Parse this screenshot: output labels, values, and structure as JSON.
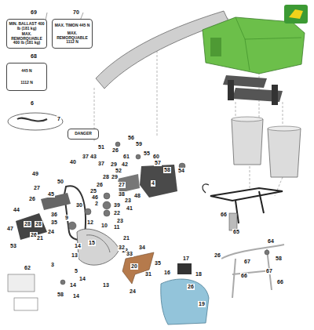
{
  "diagram": {
    "nodes": [
      {
        "text": [
          "MIN. BALLAST 400 lb (181 kg)",
          "MAX. REMORQUABLE 400 lb (181 kg)"
        ]
      },
      {
        "text": [
          "MAX. TIMON 445 N",
          "MAX. REMORQUABLE 1112 N"
        ]
      },
      {
        "text": [
          "445 N",
          "1112 N"
        ]
      },
      {
        "text": [
          "DANGER"
        ]
      }
    ],
    "edges": [],
    "labels": [
      "69",
      "70",
      "68",
      "6",
      "7",
      "51",
      "37",
      "43",
      "37",
      "56",
      "59",
      "26",
      "55",
      "60",
      "61",
      "57",
      "40",
      "29",
      "52",
      "42",
      "58",
      "54",
      "28",
      "29",
      "27",
      "26",
      "48",
      "4",
      "49",
      "25",
      "46",
      "2",
      "50",
      "27",
      "26",
      "39",
      "22",
      "23",
      "23",
      "38",
      "41",
      "45",
      "44",
      "36",
      "35",
      "9",
      "30",
      "28",
      "24",
      "26",
      "28",
      "21",
      "47",
      "53",
      "12",
      "10",
      "11",
      "15",
      "14",
      "13",
      "21",
      "13",
      "62",
      "3",
      "5",
      "14",
      "14",
      "58",
      "14",
      "13",
      "32",
      "33",
      "34",
      "20",
      "31",
      "35",
      "16",
      "17",
      "18",
      "24",
      "26",
      "19",
      "66",
      "65",
      "64",
      "58",
      "26",
      "67",
      "66",
      "67",
      "66"
    ]
  }
}
